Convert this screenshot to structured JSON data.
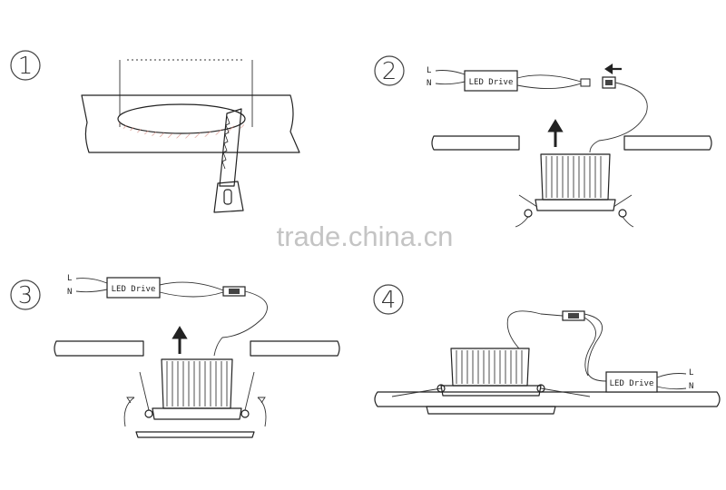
{
  "steps": [
    {
      "number": "1"
    },
    {
      "number": "2",
      "labels": {
        "driver": "LED Drive",
        "line": "L",
        "neutral": "N"
      }
    },
    {
      "number": "3",
      "labels": {
        "driver": "LED Drive",
        "line": "L",
        "neutral": "N"
      }
    },
    {
      "number": "4",
      "labels": {
        "driver": "LED Drive",
        "line": "L",
        "neutral": "N"
      }
    }
  ],
  "watermark": "trade.china.cn",
  "colors": {
    "hatch": "#d9958c",
    "line": "#222222"
  }
}
